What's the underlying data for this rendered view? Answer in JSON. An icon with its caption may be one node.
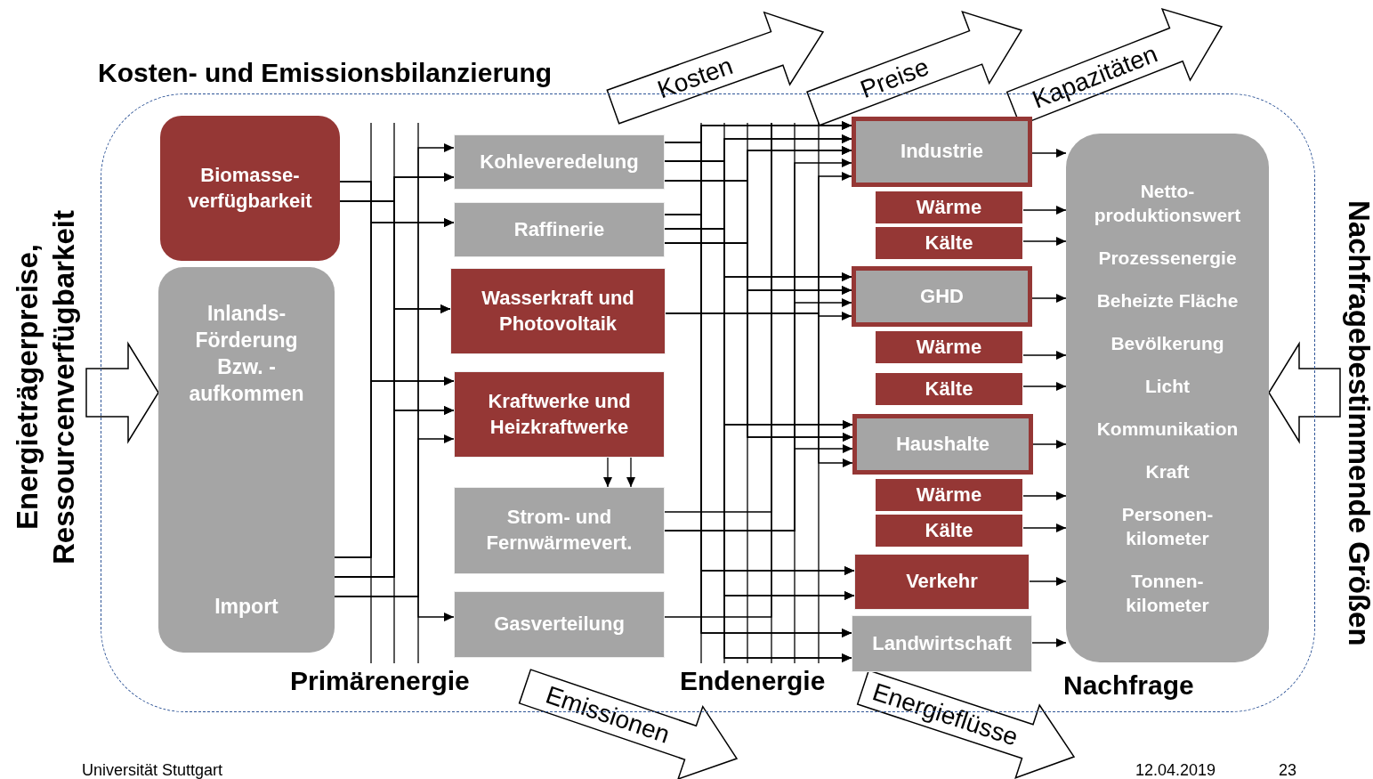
{
  "diagram": {
    "nodes": [
      {
        "text": [
          "Kosten- und Emissionsbilanzierung"
        ]
      },
      {
        "text": [
          "Biomasse- verfügbarkeit"
        ],
        "in": 0
      },
      {
        "text": [
          "Inlands- Förderung Bzw. -aufkommen",
          "Import"
        ],
        "in": 0
      },
      {
        "text": [
          "Kohleveredelung"
        ],
        "in": 0
      },
      {
        "text": [
          "Raffinerie"
        ],
        "in": 0
      },
      {
        "text": [
          "Wasserkraft und Photovoltaik"
        ],
        "in": 0
      },
      {
        "text": [
          "Kraftwerke und Heizkraftwerke"
        ],
        "in": 0
      },
      {
        "text": [
          "Strom- und Fernwärmevert."
        ],
        "in": 0
      },
      {
        "text": [
          "Gasverteilung"
        ],
        "in": 0
      },
      {
        "text": [
          "Industrie"
        ],
        "in": 0
      },
      {
        "text": [
          "Wärme"
        ],
        "in": 0
      },
      {
        "text": [
          "Kälte"
        ],
        "in": 0
      },
      {
        "text": [
          "GHD"
        ],
        "in": 0
      },
      {
        "text": [
          "Wärme"
        ],
        "in": 0
      },
      {
        "text": [
          "Kälte"
        ],
        "in": 0
      },
      {
        "text": [
          "Haushalte"
        ],
        "in": 0
      },
      {
        "text": [
          "Wärme"
        ],
        "in": 0
      },
      {
        "text": [
          "Kälte"
        ],
        "in": 0
      },
      {
        "text": [
          "Verkehr"
        ],
        "in": 0
      },
      {
        "text": [
          "Landwirtschaft"
        ],
        "in": 0
      },
      {
        "text": [
          "Netto- produktionswert",
          "Prozessenergie",
          "Beheizte Fläche",
          "Bevölkerung",
          "Licht",
          "Kommunikation",
          "Kraft",
          "Personen- kilometer",
          "Tonnen- kilometer"
        ],
        "in": 0
      },
      {
        "text": [
          "Energieträgerpreise, Ressourcenverfügbarkeit"
        ]
      },
      {
        "text": [
          "Nachfragebestimmende Größen"
        ]
      }
    ],
    "edges": [
      {
        "from": 1,
        "to": 4,
        "arrow": "to"
      },
      {
        "from": 1,
        "to": 6,
        "arrow": "to"
      },
      {
        "from": 2,
        "to": 4,
        "arrow": "to"
      },
      {
        "from": 2,
        "to": 6,
        "arrow": "to"
      },
      {
        "from": 1,
        "to": 3,
        "arrow": "to"
      },
      {
        "from": 1,
        "to": 5,
        "arrow": "to"
      },
      {
        "from": 1,
        "to": 6,
        "arrow": "to"
      },
      {
        "from": 2,
        "to": 3,
        "arrow": "to"
      },
      {
        "from": 2,
        "to": 5,
        "arrow": "to"
      },
      {
        "from": 2,
        "to": 6,
        "arrow": "to"
      },
      {
        "from": 2,
        "to": 3,
        "arrow": "to"
      },
      {
        "from": 2,
        "to": 6,
        "arrow": "to"
      },
      {
        "from": 2,
        "to": 8,
        "arrow": "to"
      },
      {
        "from": 6,
        "to": 7,
        "arrow": "to"
      },
      {
        "from": 6,
        "to": 7,
        "arrow": "to"
      },
      {
        "from": 3,
        "to": 9,
        "arrow": "to"
      },
      {
        "from": 3,
        "to": 18,
        "arrow": "to"
      },
      {
        "from": 3,
        "to": 19,
        "arrow": "to"
      },
      {
        "from": 4,
        "to": 9,
        "arrow": "to"
      },
      {
        "from": 4,
        "to": 18,
        "arrow": "to"
      },
      {
        "from": 4,
        "to": 19,
        "arrow": "to"
      },
      {
        "from": 3,
        "to": 9,
        "arrow": "to"
      },
      {
        "from": 3,
        "to": 12,
        "arrow": "to"
      },
      {
        "from": 3,
        "to": 15,
        "arrow": "to"
      },
      {
        "from": 3,
        "to": 18,
        "arrow": "to"
      },
      {
        "from": 3,
        "to": 19,
        "arrow": "to"
      },
      {
        "from": 4,
        "to": 9,
        "arrow": "to"
      },
      {
        "from": 4,
        "to": 12,
        "arrow": "to"
      },
      {
        "from": 4,
        "to": 15,
        "arrow": "to"
      },
      {
        "from": 4,
        "to": 18,
        "arrow": "to"
      },
      {
        "from": 4,
        "to": 19,
        "arrow": "to"
      },
      {
        "from": 3,
        "to": 9,
        "arrow": "to"
      },
      {
        "from": 3,
        "to": 12,
        "arrow": "to"
      },
      {
        "from": 3,
        "to": 15,
        "arrow": "to"
      },
      {
        "from": 4,
        "to": 9,
        "arrow": "to"
      },
      {
        "from": 4,
        "to": 12,
        "arrow": "to"
      },
      {
        "from": 4,
        "to": 15,
        "arrow": "to"
      },
      {
        "from": 7,
        "to": 9,
        "arrow": "to"
      },
      {
        "from": 7,
        "to": 12,
        "arrow": "to"
      },
      {
        "from": 7,
        "to": 15,
        "arrow": "to"
      },
      {
        "from": 5,
        "to": 9,
        "arrow": "to"
      },
      {
        "from": 5,
        "to": 12,
        "arrow": "to"
      },
      {
        "from": 5,
        "to": 15,
        "arrow": "to"
      },
      {
        "from": 7,
        "to": null,
        "arrow": "none"
      },
      {
        "from": 8,
        "to": null,
        "arrow": "none"
      },
      {
        "from": 9,
        "to": 20,
        "arrow": "to"
      },
      {
        "from": 10,
        "to": 20,
        "arrow": "to"
      },
      {
        "from": 11,
        "to": 20,
        "arrow": "to"
      },
      {
        "from": 12,
        "to": 20,
        "arrow": "to"
      },
      {
        "from": 13,
        "to": 20,
        "arrow": "to"
      },
      {
        "from": 14,
        "to": 20,
        "arrow": "to"
      },
      {
        "from": 15,
        "to": 20,
        "arrow": "to"
      },
      {
        "from": 16,
        "to": 20,
        "arrow": "to"
      },
      {
        "from": 17,
        "to": 20,
        "arrow": "to"
      },
      {
        "from": 18,
        "to": 20,
        "arrow": "to"
      },
      {
        "from": 19,
        "to": 20,
        "arrow": "to"
      },
      {
        "from": 21,
        "to": 2,
        "arrow": "to",
        "style": "thick"
      },
      {
        "from": 22,
        "to": 20,
        "arrow": "to",
        "style": "thick"
      },
      {
        "from": 0,
        "to": null,
        "arrow": "to",
        "style": "thick",
        "label": "Kosten"
      },
      {
        "from": 0,
        "to": null,
        "arrow": "to",
        "style": "thick",
        "label": "Preise"
      },
      {
        "from": 0,
        "to": null,
        "arrow": "to",
        "style": "thick",
        "label": "Kapazitäten"
      },
      {
        "from": 0,
        "to": null,
        "arrow": "to",
        "style": "thick",
        "label": "Emissionen"
      },
      {
        "from": 0,
        "to": null,
        "arrow": "to",
        "style": "thick",
        "label": "Energieflüsse"
      }
    ],
    "labels": [
      "Primärenergie",
      "Endenergie",
      "Nachfrage",
      "Universität Stuttgart",
      "12.04.2019",
      "23"
    ]
  }
}
